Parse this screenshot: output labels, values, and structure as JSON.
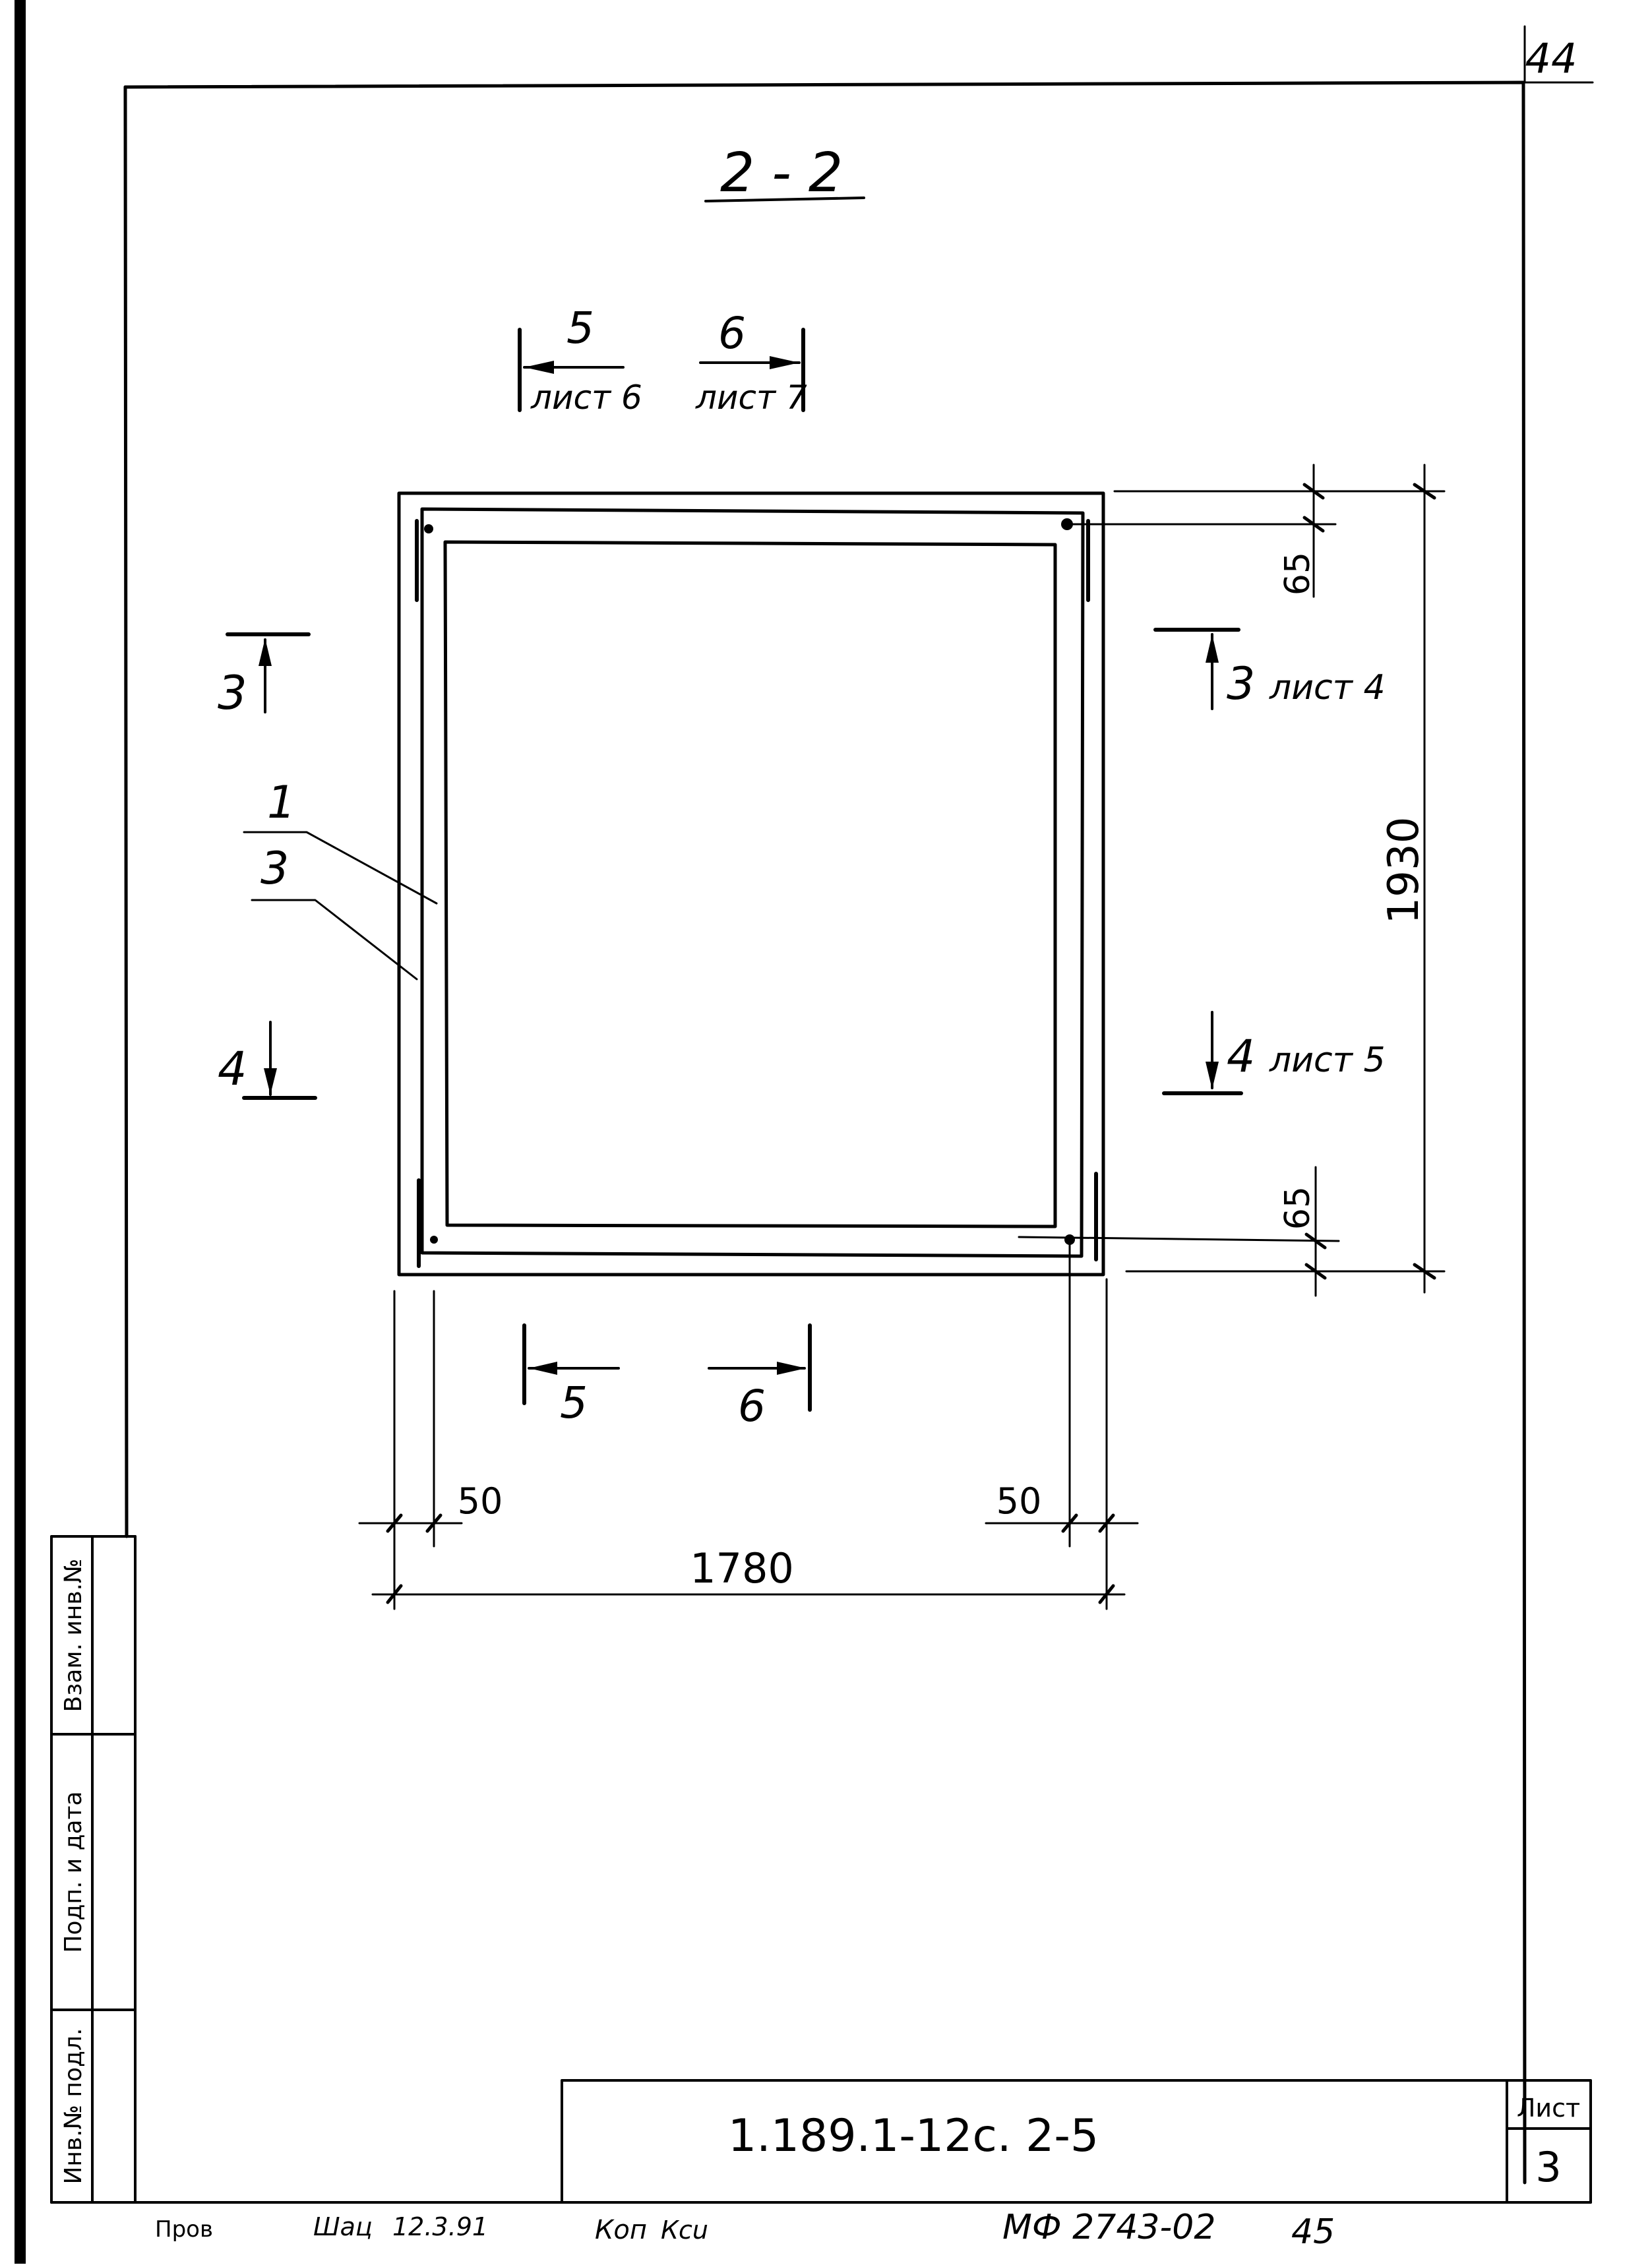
{
  "sheet_corner_number": "44",
  "section_title": "2 - 2",
  "section_cuts": {
    "cut5": {
      "number": "5",
      "sheet_ref": "лист 6"
    },
    "cut6": {
      "number": "6",
      "sheet_ref": "лист 7"
    },
    "cut3": {
      "number": "3",
      "sheet_ref": "лист 4"
    },
    "cut4": {
      "number": "4",
      "sheet_ref": "лист 5"
    }
  },
  "position_callouts": [
    "1",
    "3"
  ],
  "dimensions": {
    "overall_height": "1930",
    "top_cover": "65",
    "bottom_cover": "65",
    "overall_width": "1780",
    "left_cover": "50",
    "right_cover": "50"
  },
  "side_stamp": {
    "field1": "Инв.№ подл.",
    "field2": "Подп. и дата",
    "field3": "Взам. инв.№"
  },
  "title_block": {
    "document_code": "1.189.1-12с. 2-5",
    "sheet_label": "Лист",
    "sheet_number": "3"
  },
  "footer": {
    "checked_label": "Пров",
    "checked_signature": "Шац",
    "date": "12.3.91",
    "copy_label": "Коп",
    "copy_signature": "Ксu",
    "archive_number": "МФ 2743-02",
    "format_number": "45"
  }
}
